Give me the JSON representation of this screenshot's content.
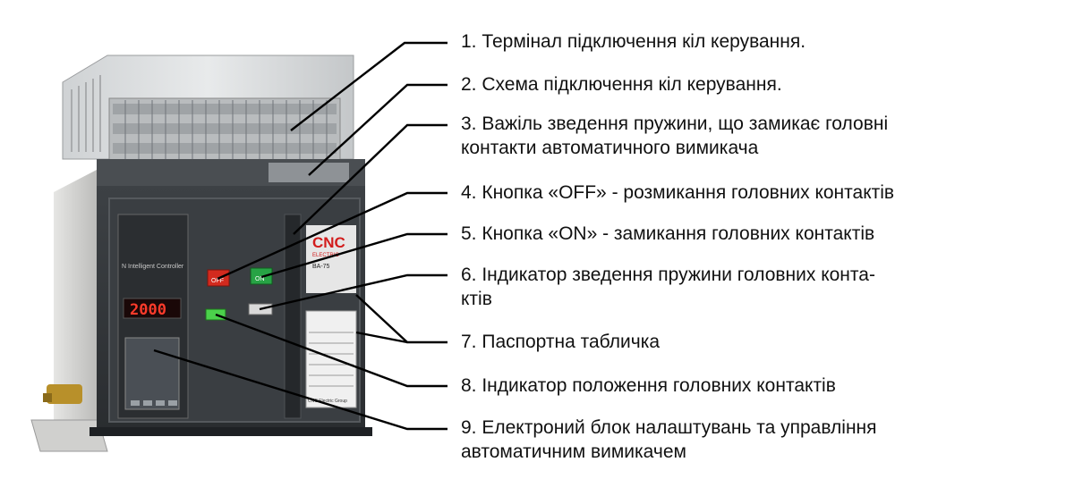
{
  "labels": [
    {
      "number": "1",
      "text": "1. Термінал підключення кіл керування."
    },
    {
      "number": "2",
      "text": "2. Схема підключення кіл керування."
    },
    {
      "number": "3",
      "text": "3. Важіль зведення пружини, що замикає головні контакти автоматичного вимикача"
    },
    {
      "number": "4",
      "text": "4. Кнопка «OFF» - розмикання головних контактів"
    },
    {
      "number": "5",
      "text": "5. Кнопка «ON» - замикання головних контактів"
    },
    {
      "number": "6",
      "text": "6. Індикатор зведення пружини головних контактів"
    },
    {
      "number": "7",
      "text": "7. Паспортна табличка"
    },
    {
      "number": "8",
      "text": "8. Індикатор положення головних контактів"
    },
    {
      "number": "9",
      "text": "9. Електроний блок налаштувань та управління автоматичним вимикачем"
    }
  ],
  "label_lines": {
    "l3a": "3. Важіль зведення пружини, що замикає головні",
    "l3b": "контакти автоматичного вимикача",
    "l6a": "6. Індикатор зведення пружини головних конта-",
    "l6b": "ктів",
    "l9a": "9. Електроний блок налаштувань та управління",
    "l9b": "автоматичним вимикачем"
  },
  "device": {
    "brand": "CNC",
    "brand_sub": "ELECTRIC",
    "model": "BA-75",
    "controller_title": "N Intelligent Controller",
    "display_value": "2000",
    "nameplate_footer": "CNC Electric Group",
    "off_label": "OFF",
    "on_label": "ON"
  }
}
